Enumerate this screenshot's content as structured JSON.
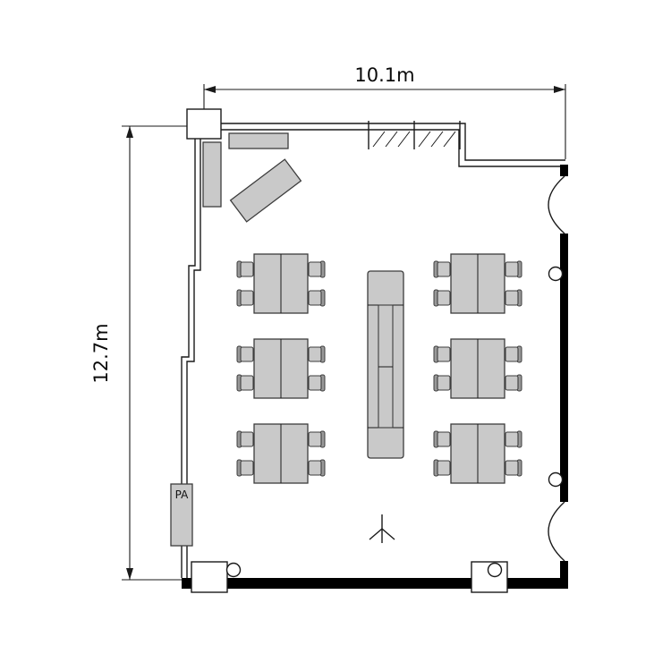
{
  "dimensions": {
    "width_label": "10.1m",
    "height_label": "12.7m"
  },
  "labels": {
    "pa": "PA"
  },
  "colors": {
    "background": "#ffffff",
    "line": "#1a1a1a",
    "wall": "#000000",
    "furniture_fill": "#c9c9c9",
    "furniture_stroke": "#3c3c3c"
  }
}
